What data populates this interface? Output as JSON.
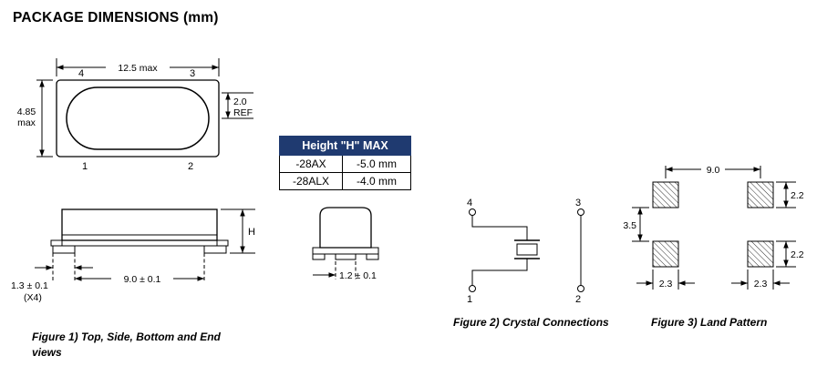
{
  "title": "PACKAGE DIMENSIONS (mm)",
  "colors": {
    "table_header_bg": "#1f3a70",
    "table_header_text": "#ffffff",
    "line_color": "#000000"
  },
  "figure1": {
    "caption_line1": "Figure 1) Top, Side, Bottom  and End",
    "caption_line2": "views",
    "top_view": {
      "width_dim": "12.5 max",
      "height_dim_value": "4.85",
      "height_dim_unit": "max",
      "ref_dim_value": "2.0",
      "ref_dim_unit": "REF",
      "pin_top_left": "4",
      "pin_top_right": "3",
      "pin_bottom_left": "1",
      "pin_bottom_right": "2"
    },
    "side_view": {
      "height_label": "H",
      "width_dim": "9.0 ± 0.1",
      "pad_dim": "1.3 ± 0.1",
      "pad_dim_qty": "(X4)"
    },
    "end_view": {
      "pad_dim": "1.2 ± 0.1"
    }
  },
  "height_table": {
    "header": "Height \"H\" MAX",
    "rows": [
      {
        "part": "-28AX",
        "value": "-5.0 mm"
      },
      {
        "part": "-28ALX",
        "value": "-4.0 mm"
      }
    ]
  },
  "figure2": {
    "caption": "Figure 2) Crystal Connections",
    "pin_top_left": "4",
    "pin_top_right": "3",
    "pin_bottom_left": "1",
    "pin_bottom_right": "2"
  },
  "figure3": {
    "caption": "Figure 3) Land Pattern",
    "horizontal_pitch": "9.0",
    "pad_height_top": "2.2",
    "vertical_gap": "3.5",
    "pad_height_bottom": "2.2",
    "pad_width_left": "2.3",
    "pad_width_right": "2.3"
  }
}
